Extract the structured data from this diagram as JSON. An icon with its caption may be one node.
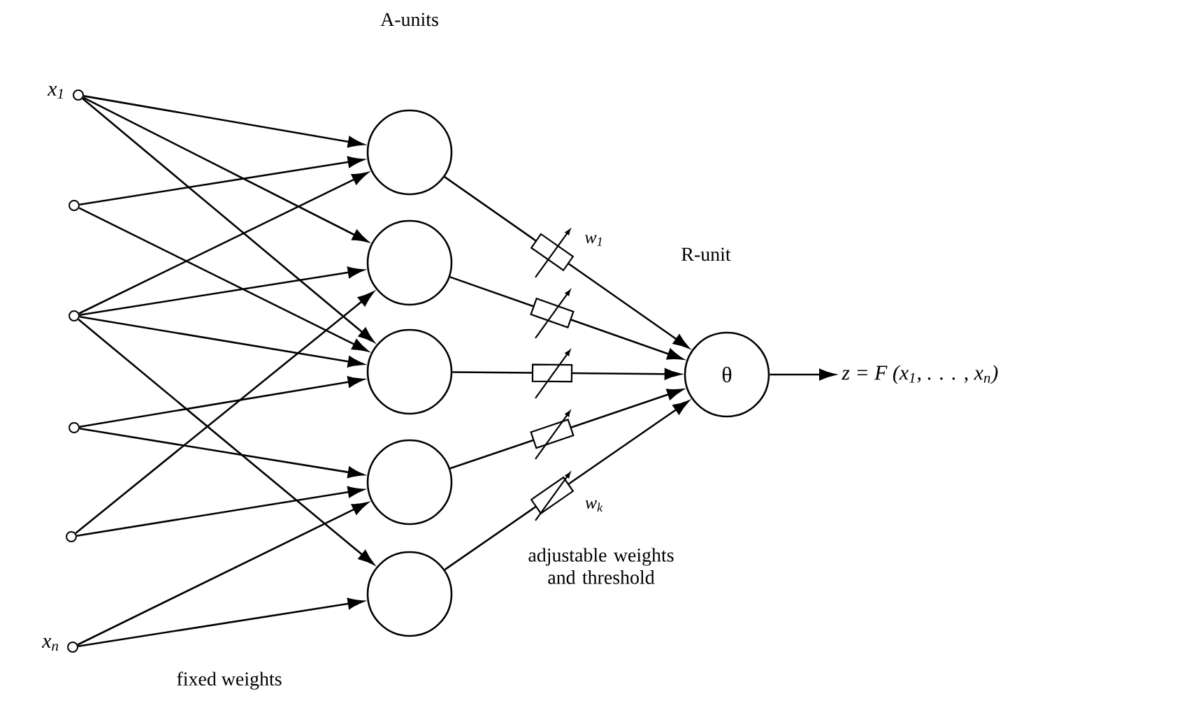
{
  "diagram": {
    "nodes": [
      {
        "text": [],
        "shape": "circle",
        "beside": [
          "x$_{1}$"
        ]
      },
      {
        "text": [],
        "shape": "circle"
      },
      {
        "text": [],
        "shape": "circle"
      },
      {
        "text": [],
        "shape": "circle"
      },
      {
        "text": [],
        "shape": "circle"
      },
      {
        "text": [],
        "shape": "circle",
        "beside": [
          "x$_{n}$"
        ]
      },
      {
        "text": [],
        "shape": "circle"
      },
      {
        "text": [],
        "shape": "circle"
      },
      {
        "text": [],
        "shape": "circle"
      },
      {
        "text": [],
        "shape": "circle"
      },
      {
        "text": [],
        "shape": "circle"
      },
      {
        "text": [
          "θ"
        ]
      },
      {
        "text": [
          "z = F (x$_{1}$, . . . , x$_{n}$)"
        ]
      }
    ],
    "edges": [
      {
        "from": 0,
        "to": 6,
        "arrow": "to"
      },
      {
        "from": 0,
        "to": 7,
        "arrow": "to"
      },
      {
        "from": 0,
        "to": 8,
        "arrow": "to"
      },
      {
        "from": 1,
        "to": 6,
        "arrow": "to"
      },
      {
        "from": 1,
        "to": 8,
        "arrow": "to"
      },
      {
        "from": 2,
        "to": 6,
        "arrow": "to"
      },
      {
        "from": 2,
        "to": 7,
        "arrow": "to"
      },
      {
        "from": 2,
        "to": 8,
        "arrow": "to"
      },
      {
        "from": 2,
        "to": 10,
        "arrow": "to"
      },
      {
        "from": 3,
        "to": 8,
        "arrow": "to"
      },
      {
        "from": 3,
        "to": 9,
        "arrow": "to"
      },
      {
        "from": 4,
        "to": 7,
        "arrow": "to"
      },
      {
        "from": 4,
        "to": 9,
        "arrow": "to"
      },
      {
        "from": 5,
        "to": 9,
        "arrow": "to"
      },
      {
        "from": 5,
        "to": 10,
        "arrow": "to"
      },
      {
        "from": 6,
        "to": 11,
        "arrow": "to"
      },
      {
        "from": 7,
        "to": 11,
        "arrow": "to"
      },
      {
        "from": 8,
        "to": 11,
        "arrow": "to"
      },
      {
        "from": 9,
        "to": 11,
        "arrow": "to"
      },
      {
        "from": 10,
        "to": 11,
        "arrow": "to"
      },
      {
        "from": 11,
        "to": 12,
        "arrow": "to"
      }
    ],
    "labels": [
      "A-units",
      "w$_{1}$",
      "R-unit",
      "w$_{k}$",
      "adjustable weights and threshold",
      "fixed weights"
    ]
  }
}
